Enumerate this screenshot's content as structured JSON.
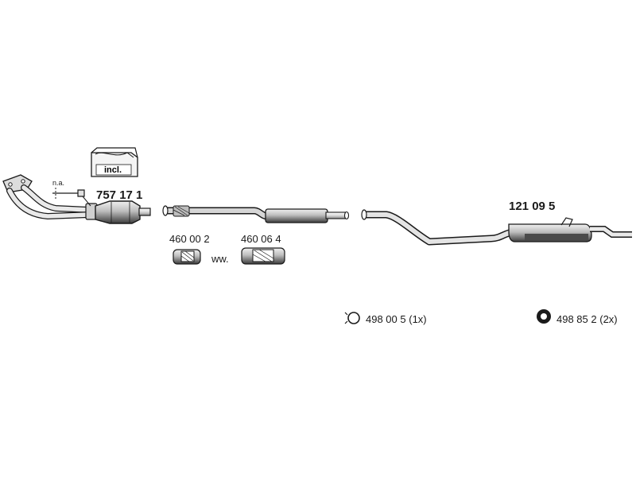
{
  "parts": {
    "catalytic": {
      "number": "757 17 1",
      "note": "n.a.",
      "kit_label": "incl."
    },
    "flex_a": {
      "number": "460 00 2"
    },
    "flex_b": {
      "number": "460 06 4"
    },
    "alternative": "ww.",
    "rear_silencer": {
      "number": "121 09 5"
    }
  },
  "mounts": [
    {
      "number": "498 00 5",
      "qty": "(1x)"
    },
    {
      "number": "498 85 2",
      "qty": "(2x)"
    }
  ],
  "colors": {
    "line": "#1a1a1a",
    "pipe_fill": "#e9e9e9",
    "muffler_fill": "#bdbdbd",
    "muffler_dark": "#4a4a4a"
  }
}
